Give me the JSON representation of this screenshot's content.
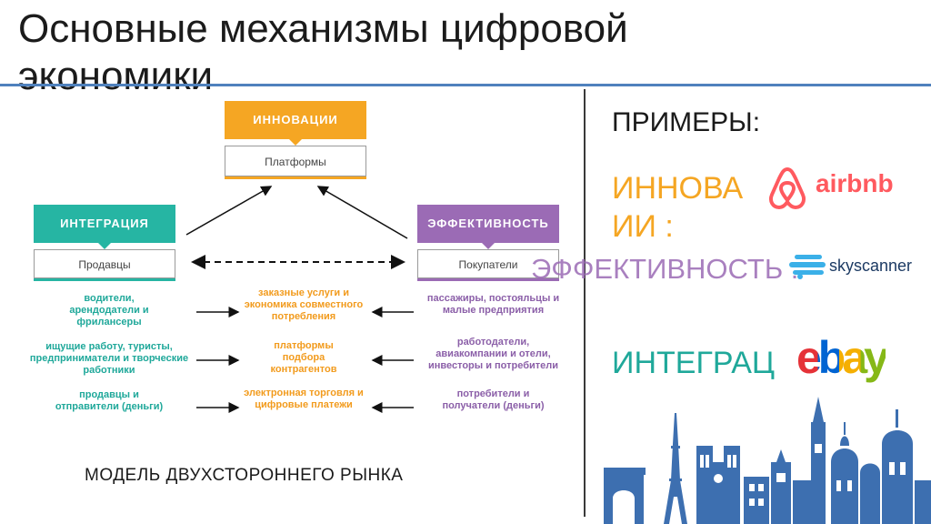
{
  "slide": {
    "title": "Основные механизмы цифровой экономики",
    "bottom_caption": "МОДЕЛЬ ДВУХСТОРОННЕГО РЫНКА"
  },
  "diagram": {
    "innovation": {
      "header": "ИННОВАЦИИ",
      "box": "Платформы"
    },
    "integration": {
      "header": "ИНТЕГРАЦИЯ",
      "box": "Продавцы"
    },
    "efficiency": {
      "header": "ЭФФЕКТИВНОСТЬ",
      "box": "Покупатели"
    },
    "left_col": [
      "водители, арендодатели и фрилансеры",
      "ищущие работу, туристы, предприниматели и творческие работники",
      "продавцы и отправители (деньги)"
    ],
    "mid_col": [
      "заказные услуги и экономика совместного потребления",
      "платформы подбора контрагентов",
      "электронная торговля и цифровые платежи"
    ],
    "right_col": [
      "пассажиры, постояльцы и малые предприятия",
      "работодатели, авиакомпании и отели, инвесторы и потребители",
      "потребители и получатели (деньги)"
    ]
  },
  "examples": {
    "title": "ПРИМЕРЫ:",
    "innovation_line1": "ИННОВА",
    "innovation_line2": "ИИ :",
    "efficiency": "ЭФФЕКТИВНОСТЬ :",
    "integration": "ИНТЕГРАЦ",
    "logos": {
      "airbnb": "airbnb",
      "skyscanner": "skyscanner",
      "ebay": "ebay"
    }
  },
  "colors": {
    "innovation": "#f5a623",
    "integration": "#26b5a3",
    "efficiency": "#9b6bb5",
    "accent_line": "#4f81bd"
  }
}
